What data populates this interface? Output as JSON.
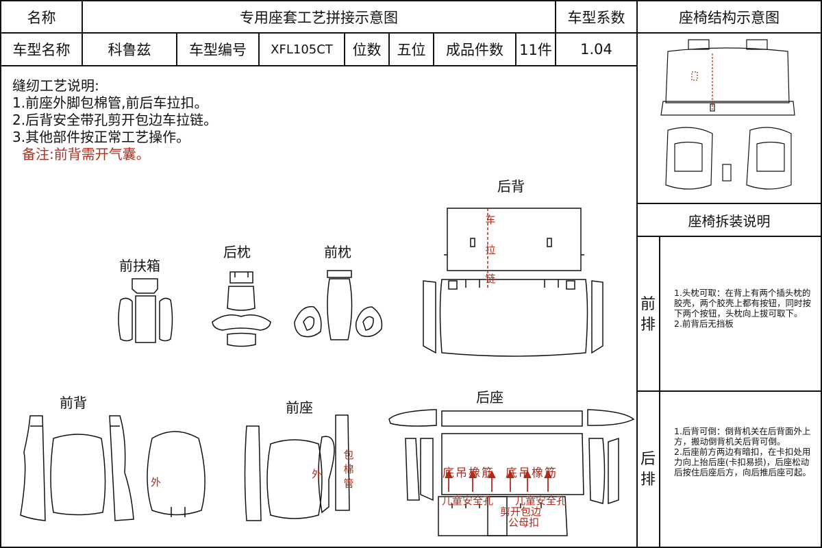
{
  "header": {
    "name_label": "名称",
    "title": "专用座套工艺拼接示意图",
    "coef_label": "车型系数",
    "struct_title": "座椅结构示意图"
  },
  "info": {
    "model_name_label": "车型名称",
    "model_name": "科鲁兹",
    "model_code_label": "车型编号",
    "model_code": "XFL105CT",
    "seats_label": "位数",
    "seats": "五位",
    "pieces_label": "成品件数",
    "pieces": "11件",
    "coef": "1.04"
  },
  "notes": {
    "heading": "缝纫工艺说明:",
    "items": [
      "1.前座外脚包棉管,前后车拉扣。",
      "2.后背安全带孔剪开包边车拉链。",
      "3.其他部件按正常工艺操作。"
    ],
    "remark": "备注:前背需开气囊。"
  },
  "parts": {
    "rear_back": "后背",
    "front_armrest": "前扶箱",
    "rear_headrest": "后枕",
    "front_headrest": "前枕",
    "front_back": "前背",
    "front_seat": "前座",
    "rear_seat": "后座"
  },
  "annotations": {
    "zipper_chars": [
      "车",
      "拉",
      "链"
    ],
    "outer": "外",
    "wrap_cotton_tube": [
      "包",
      "棉",
      "管"
    ],
    "hang_rubber_left": "底吊橡筋",
    "hang_rubber_right": "底吊橡筋",
    "child_seat_hole_left": "儿童安全孔",
    "child_seat_hole_right": "儿童安全孔",
    "cut_edge": "剪开包边",
    "male_buckle": "公母扣"
  },
  "disassembly": {
    "title": "座椅拆装说明",
    "front_row_label": "前排",
    "front_row_text": "1.头枕可取：在背上有两个插头枕的胶壳，两个胶壳上都有按钮，同时按下两个按钮，头枕向上拔可取下。\n2.前背后无挡板",
    "rear_row_label": "后排",
    "rear_row_text": "1.后背可倒：倒背机关在后背面外上方，搬动倒背机关后背可倒。\n2.后座前方两边有暗扣，在卡扣处用力向上抬后座(卡扣易损)，后座松动后按住后座后方，向后推后座可起。"
  },
  "colors": {
    "line": "#111111",
    "annotation_red": "#b02a1a"
  }
}
